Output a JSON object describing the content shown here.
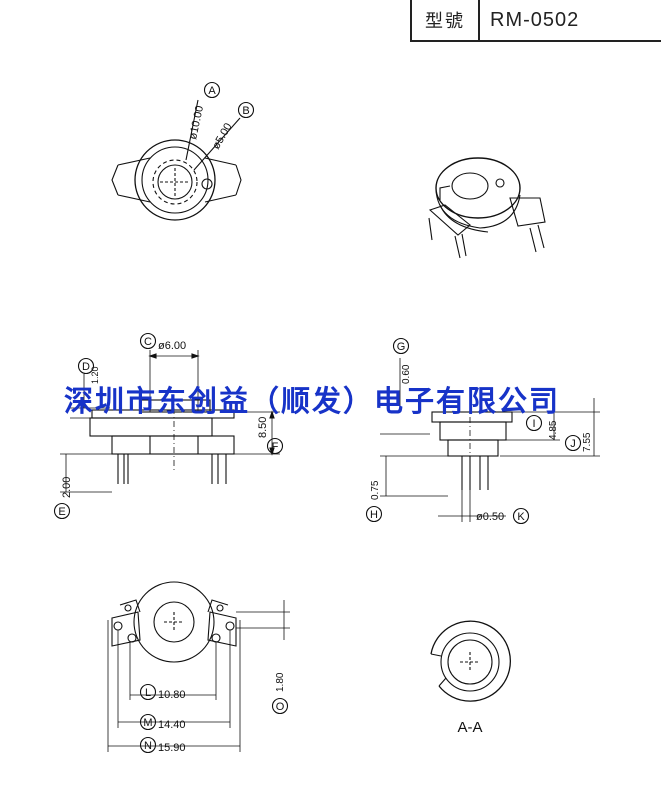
{
  "title_block": {
    "label": "型號",
    "model": "RM-0502"
  },
  "watermark": "深圳市东创益（顺发）电子有限公司",
  "section_label": "A-A",
  "top_view": {
    "dims": [
      {
        "marker": "A",
        "value": "ø10.00"
      },
      {
        "marker": "B",
        "value": "ø5.00"
      }
    ]
  },
  "front_view": {
    "dims": [
      {
        "marker": "C",
        "value": "ø6.00"
      },
      {
        "marker": "D",
        "value": "1.20"
      },
      {
        "marker": "E",
        "value": "2.00"
      },
      {
        "marker": "F",
        "value": "8.50"
      }
    ]
  },
  "side_view": {
    "dims": [
      {
        "marker": "G",
        "value": "0.60"
      },
      {
        "marker": "H",
        "value": "0.75"
      },
      {
        "marker": "I",
        "value": "4.85"
      },
      {
        "marker": "J",
        "value": "7.55"
      },
      {
        "marker": "K",
        "value": "ø0.50"
      }
    ]
  },
  "bottom_view": {
    "dims": [
      {
        "marker": "L",
        "value": "10.80"
      },
      {
        "marker": "M",
        "value": "14.40"
      },
      {
        "marker": "N",
        "value": "15.90"
      },
      {
        "marker": "O",
        "value": "1.80"
      }
    ]
  }
}
